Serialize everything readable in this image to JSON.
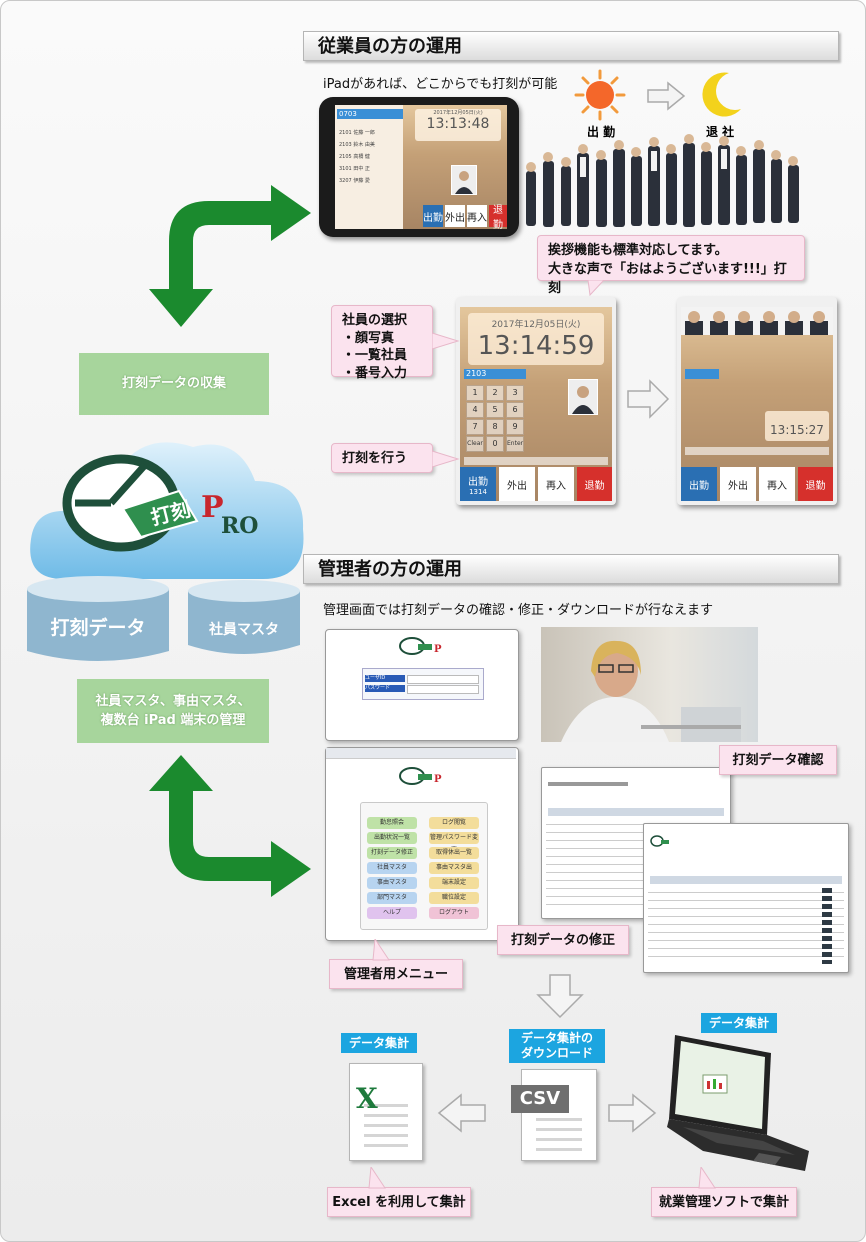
{
  "sections": {
    "employee_header": "従業員の方の運用",
    "employee_subtitle": "iPadがあれば、どこからでも打刻が可能",
    "admin_header": "管理者の方の運用",
    "admin_subtitle": "管理画面では打刻データの確認・修正・ダウンロードが行なえます"
  },
  "sun_label": "出 勤",
  "moon_label": "退 社",
  "left_panel": {
    "collect_label": "打刻データの収集",
    "db_punch": "打刻データ",
    "db_master": "社員マスタ",
    "manage_label_line1": "社員マスタ、事由マスタ、",
    "manage_label_line2": "複数台 iPad 端末の管理"
  },
  "logo": {
    "text": "打刻",
    "suffix_p": "P",
    "suffix_ro": "RO"
  },
  "callouts": {
    "greeting_line1": "挨拶機能も標準対応してます。",
    "greeting_line2": "大きな声で「おはようございます!!!」打刻",
    "select_title": "社員の選択",
    "select_items": [
      "・顔写真",
      "・一覧社員",
      "・番号入力"
    ],
    "punch": "打刻を行う",
    "confirm": "打刻データ確認",
    "fix": "打刻データの修正",
    "admin_menu": "管理者用メニュー",
    "excel": "Excel を利用して集計",
    "soft": "就業管理ソフトで集計"
  },
  "tablet_top": {
    "date": "2017年12月05日(火)",
    "time": "13:13:48",
    "code": "0703",
    "list": [
      "2101 佐藤 一郎",
      "2103 鈴木 由美",
      "2105 高橋 健",
      "3101 田中 正",
      "3207 伊藤 愛"
    ],
    "buttons": [
      "出勤",
      "外出",
      "再入",
      "退勤"
    ]
  },
  "tablet_mid": {
    "date": "2017年12月05日(火)",
    "time": "13:14:59",
    "code": "2103",
    "keys": [
      "1",
      "2",
      "3",
      "4",
      "5",
      "6",
      "7",
      "8",
      "9",
      "Clear",
      "0",
      "Enter"
    ],
    "buttons": [
      "出勤",
      "外出",
      "再入",
      "退勤"
    ],
    "shukkin_sub": "1314"
  },
  "tablet_right": {
    "time": "13:15:27",
    "buttons": [
      "出勤",
      "外出",
      "再入",
      "退勤"
    ]
  },
  "tags": {
    "tag_left": "データ集計",
    "tag_mid_line1": "データ集計の",
    "tag_mid_line2": "ダウンロード",
    "tag_right": "データ集計"
  },
  "csv_label": "CSV",
  "excel_letter": "X",
  "admin_menu_items": [
    "勤怠照会",
    "ログ閲覧",
    "出勤状況一覧",
    "管理パスワード変更",
    "打刻データ修正",
    "取得休出一覧",
    "社員マスタ",
    "事由マスタ出",
    "事由マスタ",
    "端末設定",
    "部門マスタ",
    "職位設定",
    "ヘルプ",
    "ログアウト"
  ],
  "login_fields": [
    "ユーザID",
    "パスワード"
  ],
  "colors": {
    "green_arrow": "#1b8a2e",
    "green_box": "#a7d59c",
    "pink_callout": "#fbe3ee",
    "blue_tag": "#1ca5e0",
    "cloud": "#7fc4ea",
    "btn_blue": "#2a6fb3",
    "btn_red": "#d6302c"
  }
}
